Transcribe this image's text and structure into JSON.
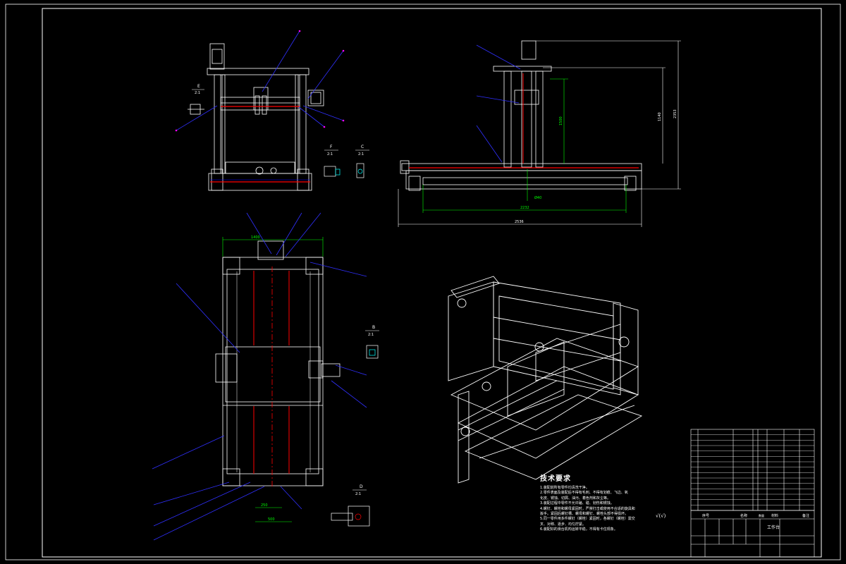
{
  "colors": {
    "background": "#000000",
    "line": "#ffffff",
    "leader": "#0000ff",
    "label": "#ff00ff",
    "dimension": "#00ff00",
    "highlight": "#ff0000",
    "cyan": "#00ffff"
  },
  "front_view": {
    "section_label": "E",
    "scale_label": "2:1"
  },
  "detail_f": {
    "label": "F",
    "scale": "2:1"
  },
  "detail_c": {
    "label": "C",
    "scale": "2:1"
  },
  "side_view": {
    "dim_overall_width": "2536",
    "dim_rail_width": "2232",
    "dim_vertical": "1500",
    "dim_height": "1140",
    "dim_total_height": "2353",
    "dim_small": "Ø40"
  },
  "top_view": {
    "dim_width": "1400",
    "dim_bottom_a": "250",
    "dim_bottom_b": "500"
  },
  "detail_b": {
    "label": "B",
    "scale": "2:1"
  },
  "detail_d": {
    "label": "D",
    "scale": "2:1"
  },
  "technical_requirements": {
    "title": "技术要求",
    "items": [
      "1.装配前所有零件均清洗干净。",
      "2.零件表面及装配后不得有毛刺、不得有划痕、飞边、氧",
      "  化皮、锈蚀、切屑、油污、着色剂和灰尘等。",
      "3.装配过程中零件不允许磕、碰、划伤和锈蚀。",
      "4.螺钉、螺栓和螺母紧固时，严禁打击或使用不合适的旋具和",
      "  扳手。紧固后螺钉槽、螺母和螺钉、螺栓头部不得损坏。",
      "5.同一零件用多件螺钉（螺栓）紧固时，各螺钉（螺栓）需交",
      "  叉、对称、逐步、均匀拧紧。",
      "6.装配好的滑台机构运转平稳，不得有卡住现象。"
    ],
    "roughness": "√(√)"
  },
  "title_block": {
    "drawing_name": "工作台",
    "header_seq": "序号",
    "header_name": "名称",
    "header_qty": "数量",
    "header_material": "材料",
    "header_remark": "备注"
  }
}
